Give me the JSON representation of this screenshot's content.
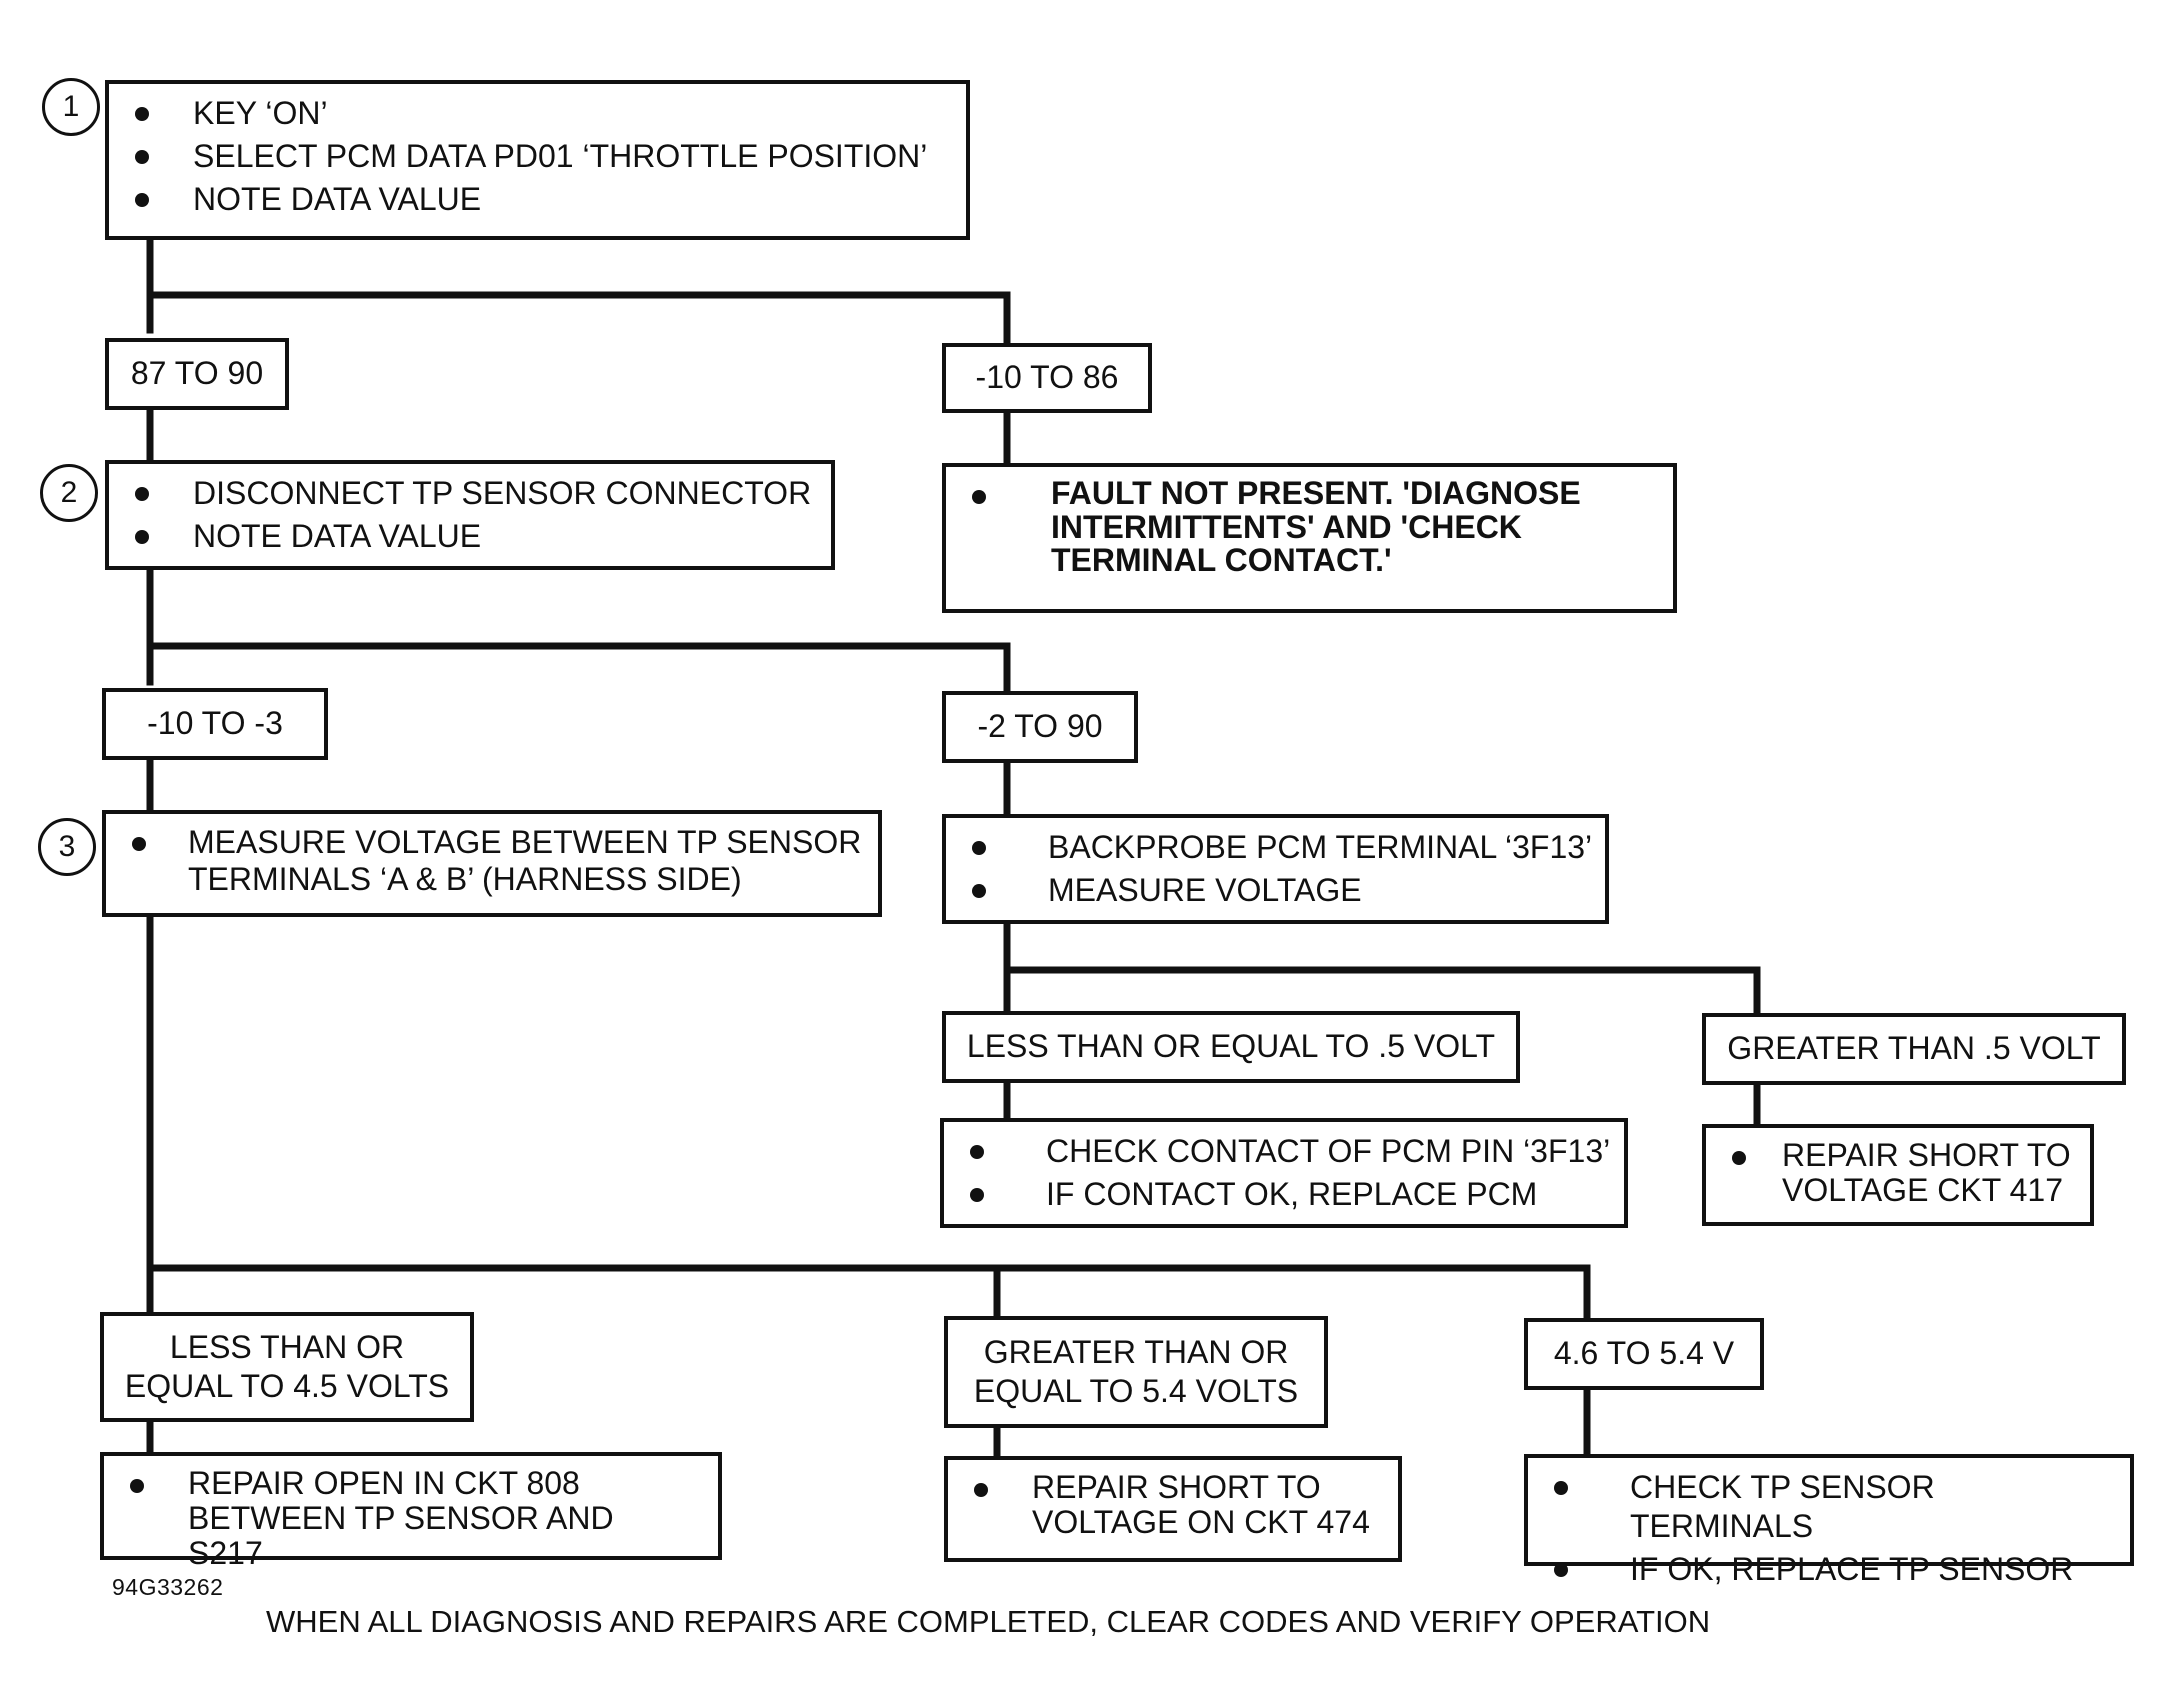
{
  "step_numbers": [
    "1",
    "2",
    "3"
  ],
  "boxes": {
    "step1": [
      "KEY ‘ON’",
      "SELECT PCM DATA PD01 ‘THROTTLE POSITION’",
      "NOTE DATA VALUE"
    ],
    "range_87_90": "87 TO 90",
    "range_m10_86": "-10 TO 86",
    "step2": [
      "DISCONNECT TP SENSOR CONNECTOR",
      "NOTE DATA VALUE"
    ],
    "fault_not_present": [
      "FAULT NOT PRESENT. 'DIAGNOSE INTERMITTENTS' AND 'CHECK TERMINAL CONTACT.'"
    ],
    "range_m10_m3": "-10 TO -3",
    "range_m2_90": "-2 TO 90",
    "step3": [
      "MEASURE VOLTAGE BETWEEN TP SENSOR TERMINALS ‘A & B’ (HARNESS SIDE)"
    ],
    "backprobe": [
      "BACKPROBE PCM TERMINAL ‘3F13’",
      "MEASURE VOLTAGE"
    ],
    "le_half_volt": "LESS THAN OR EQUAL TO .5 VOLT",
    "gt_half_volt": "GREATER THAN .5 VOLT",
    "check_contact": [
      "CHECK CONTACT OF PCM PIN ‘3F13’",
      "IF CONTACT OK, REPLACE PCM"
    ],
    "repair_short_417": [
      "REPAIR SHORT TO VOLTAGE CKT 417"
    ],
    "le_4_5": [
      "LESS THAN OR",
      "EQUAL TO 4.5 VOLTS"
    ],
    "ge_5_4": [
      "GREATER THAN OR",
      "EQUAL TO 5.4 VOLTS"
    ],
    "range_4_6_5_4": "4.6 TO 5.4 V",
    "repair_open_808": [
      "REPAIR OPEN IN CKT 808 BETWEEN TP SENSOR AND S217"
    ],
    "repair_short_474": [
      "REPAIR SHORT TO VOLTAGE ON CKT 474"
    ],
    "check_terminals": [
      "CHECK TP SENSOR TERMINALS",
      "IF OK, REPLACE TP SENSOR"
    ]
  },
  "figure_ref": "94G33262",
  "footer_note": "WHEN ALL DIAGNOSIS AND REPAIRS ARE COMPLETED, CLEAR CODES AND VERIFY OPERATION"
}
